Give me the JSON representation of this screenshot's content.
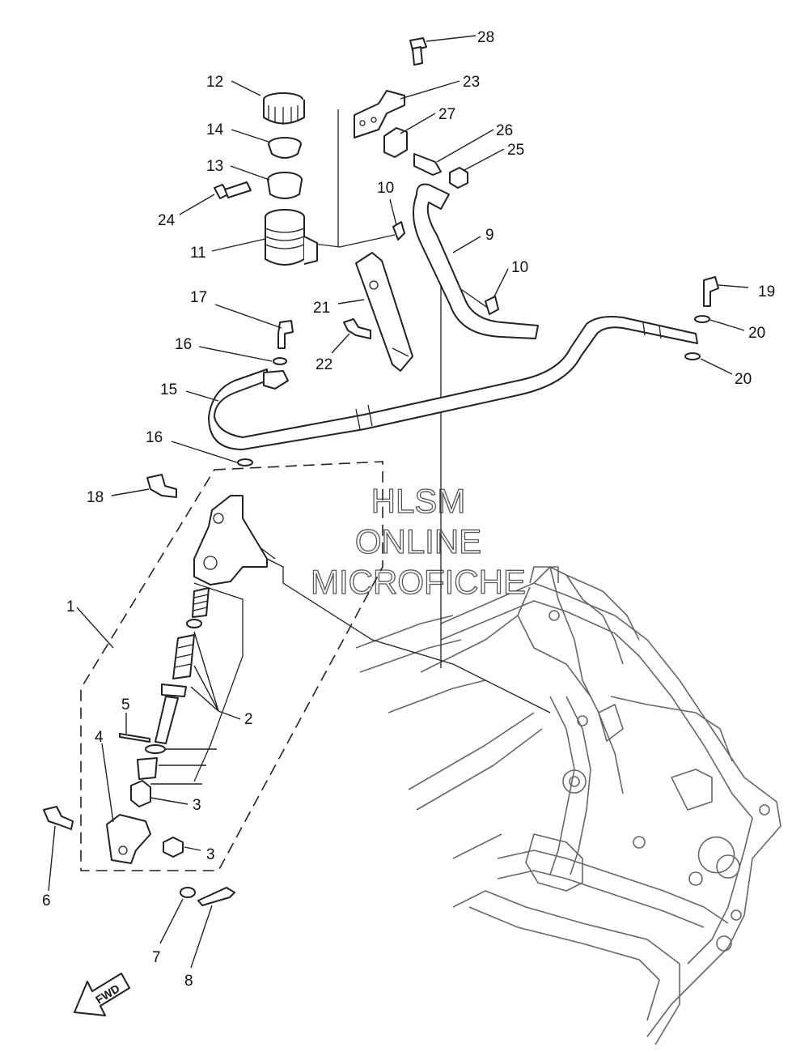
{
  "watermark": {
    "line1": "HLSM",
    "line2": "ONLINE",
    "line3": "MICROFICHE"
  },
  "fwd_arrow": {
    "label": "FWD"
  },
  "callouts": [
    {
      "id": "c28",
      "text": "28"
    },
    {
      "id": "c23",
      "text": "23"
    },
    {
      "id": "c27",
      "text": "27"
    },
    {
      "id": "c26",
      "text": "26"
    },
    {
      "id": "c25",
      "text": "25"
    },
    {
      "id": "c12",
      "text": "12"
    },
    {
      "id": "c14",
      "text": "14"
    },
    {
      "id": "c13",
      "text": "13"
    },
    {
      "id": "c24",
      "text": "24"
    },
    {
      "id": "c11",
      "text": "11"
    },
    {
      "id": "c10a",
      "text": "10"
    },
    {
      "id": "c9",
      "text": "9"
    },
    {
      "id": "c10b",
      "text": "10"
    },
    {
      "id": "c19",
      "text": "19"
    },
    {
      "id": "c17",
      "text": "17"
    },
    {
      "id": "c21",
      "text": "21"
    },
    {
      "id": "c20a",
      "text": "20"
    },
    {
      "id": "c16a",
      "text": "16"
    },
    {
      "id": "c22",
      "text": "22"
    },
    {
      "id": "c20b",
      "text": "20"
    },
    {
      "id": "c15",
      "text": "15"
    },
    {
      "id": "c16b",
      "text": "16"
    },
    {
      "id": "c18",
      "text": "18"
    },
    {
      "id": "c1",
      "text": "1"
    },
    {
      "id": "c2",
      "text": "2"
    },
    {
      "id": "c5",
      "text": "5"
    },
    {
      "id": "c4",
      "text": "4"
    },
    {
      "id": "c3a",
      "text": "3"
    },
    {
      "id": "c3b",
      "text": "3"
    },
    {
      "id": "c6",
      "text": "6"
    },
    {
      "id": "c7",
      "text": "7"
    },
    {
      "id": "c8",
      "text": "8"
    }
  ]
}
